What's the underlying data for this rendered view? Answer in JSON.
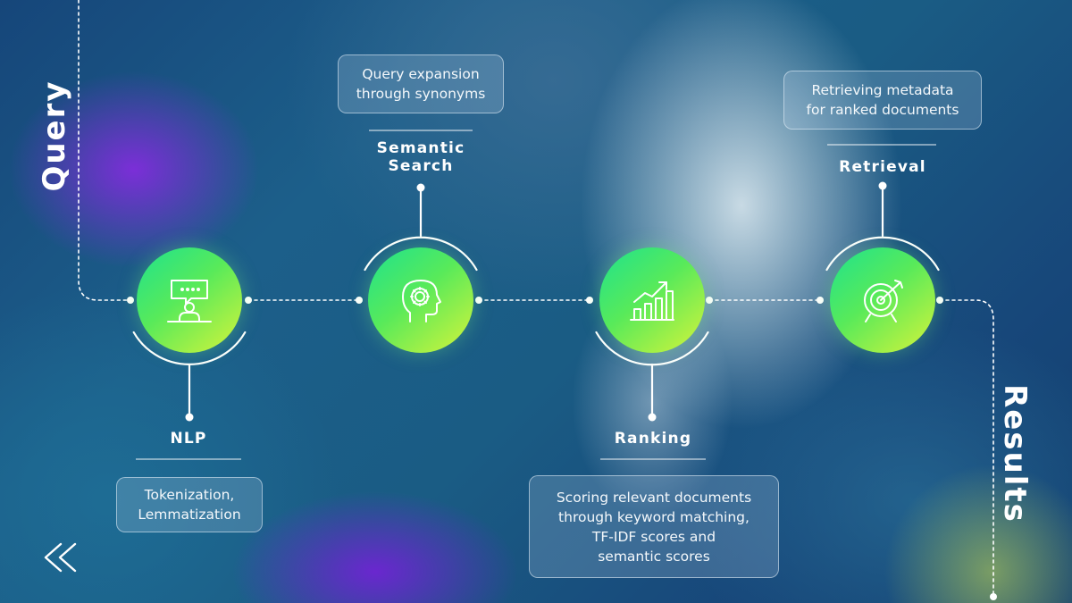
{
  "side_labels": {
    "start": "Query",
    "end": "Results"
  },
  "steps": [
    {
      "title_lines": [
        "NLP"
      ],
      "desc_lines": [
        "Tokenization,",
        "Lemmatization"
      ],
      "icon": "chat-person-icon"
    },
    {
      "title_lines": [
        "Semantic",
        "Search"
      ],
      "desc_lines": [
        "Query expansion",
        "through synonyms"
      ],
      "icon": "head-gear-icon"
    },
    {
      "title_lines": [
        "Ranking"
      ],
      "desc_lines": [
        "Scoring relevant documents",
        "through keyword matching,",
        "TF-IDF scores and",
        "semantic scores"
      ],
      "icon": "bar-chart-icon"
    },
    {
      "title_lines": [
        "Retrieval"
      ],
      "desc_lines": [
        "Retrieving metadata",
        "for ranked documents"
      ],
      "icon": "target-icon"
    }
  ],
  "nav": {
    "back_icon": "double-chevron-left-icon"
  },
  "colors": {
    "node_gradient_start": "#1ee28e",
    "node_gradient_end": "#d6f43a",
    "line": "#ffffff"
  }
}
